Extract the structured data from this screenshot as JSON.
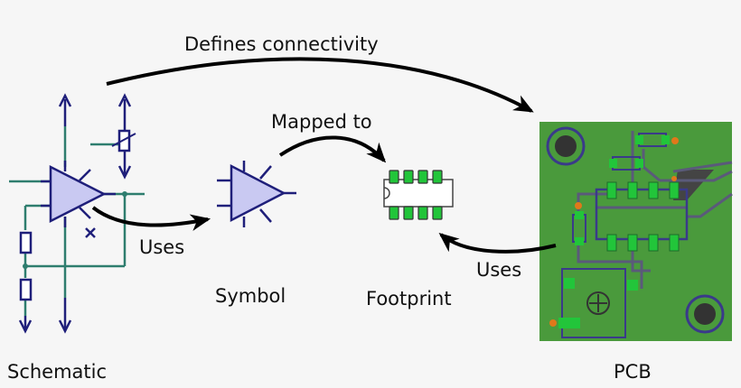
{
  "labels": {
    "defines_connectivity": "Defines connectivity",
    "mapped_to": "Mapped to",
    "uses_symbol": "Uses",
    "uses_footprint": "Uses",
    "symbol": "Symbol",
    "footprint": "Footprint",
    "schematic": "Schematic",
    "pcb": "PCB"
  },
  "colors": {
    "background": "#f6f6f6",
    "schematic_line": "#1f1f7a",
    "wire": "#2e7d6e",
    "symbol_fill": "#c9c9f2",
    "pcb_board": "#4a9a3c",
    "pcb_track": "#5a5a7a",
    "pad": "#22c53a",
    "pin_dot": "#e0781a",
    "arrow": "#000000"
  }
}
